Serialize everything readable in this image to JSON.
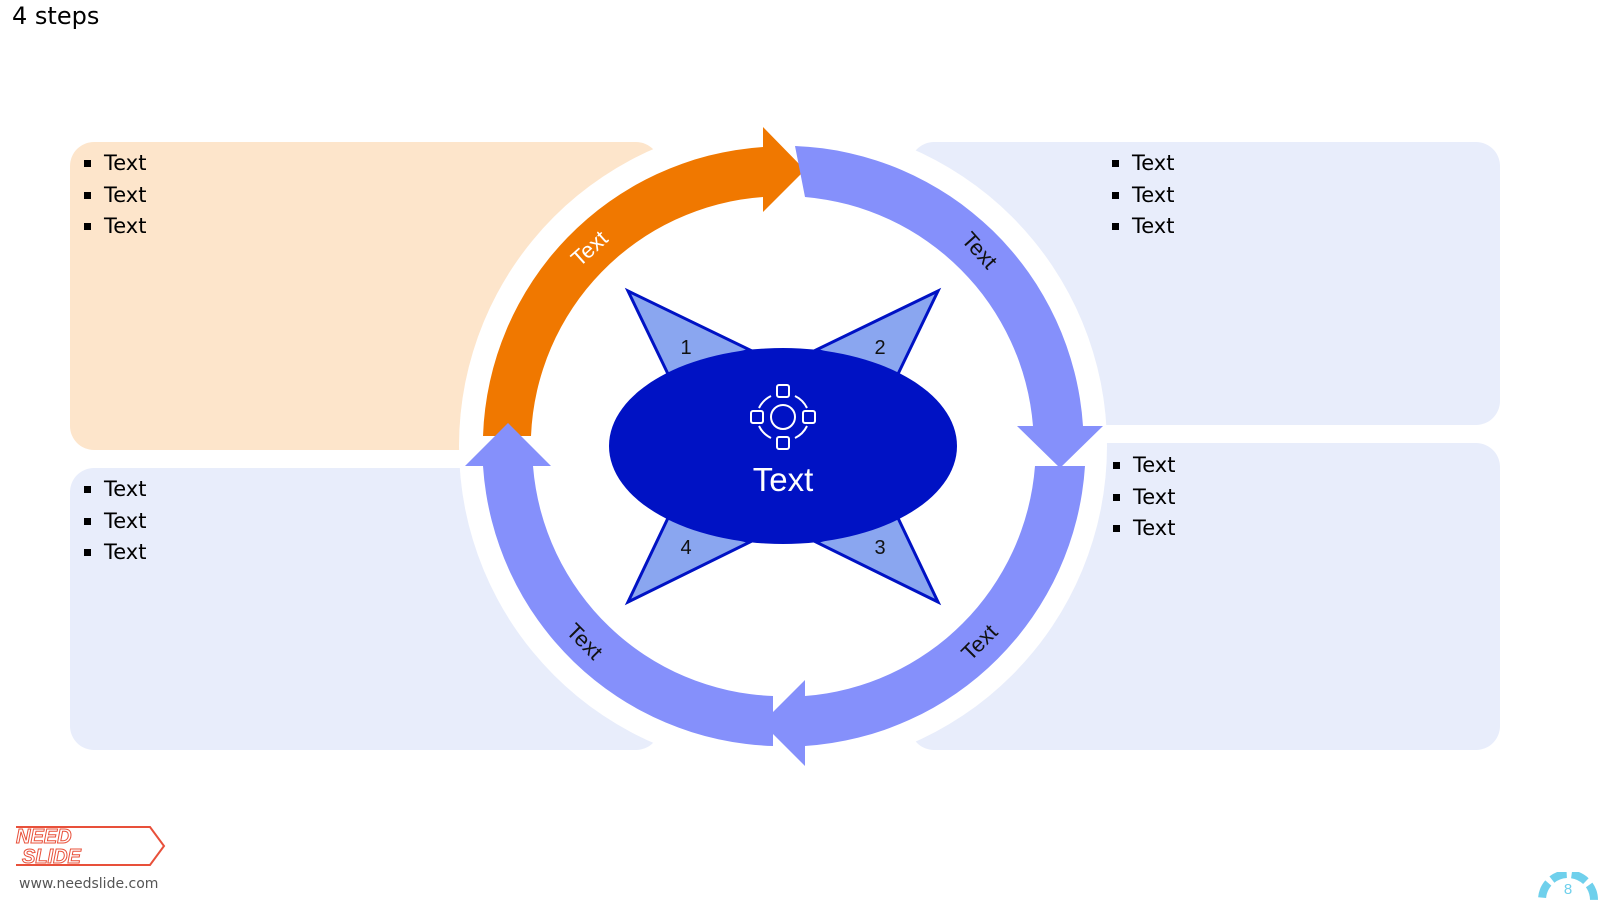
{
  "slide": {
    "title": "4 steps",
    "page_number": "8"
  },
  "panels": [
    {
      "id": "top-left",
      "color": "#fde5cb",
      "items": [
        "Text",
        "Text",
        "Text"
      ]
    },
    {
      "id": "top-right",
      "color": "#e8edfb",
      "items": [
        "Text",
        "Text",
        "Text"
      ]
    },
    {
      "id": "bottom-right",
      "color": "#e8edfb",
      "items": [
        "Text",
        "Text",
        "Text"
      ]
    },
    {
      "id": "bottom-left",
      "color": "#e8edfb",
      "items": [
        "Text",
        "Text",
        "Text"
      ]
    }
  ],
  "cycle": {
    "arrows": [
      {
        "label": "Text",
        "color": "#f07800"
      },
      {
        "label": "Text",
        "color": "#8590fb"
      },
      {
        "label": "Text",
        "color": "#8590fb"
      },
      {
        "label": "Text",
        "color": "#8590fb"
      }
    ],
    "center_label": "Text",
    "center_icon": "cycle-icon",
    "center_color": "#0012c4",
    "triangle_color": "#8aa6f0",
    "triangle_border": "#0012c4",
    "steps": [
      "1",
      "2",
      "3",
      "4"
    ]
  },
  "footer": {
    "logo_line1": "NEED",
    "logo_line2": "SLIDE",
    "url": "www.needslide.com"
  }
}
